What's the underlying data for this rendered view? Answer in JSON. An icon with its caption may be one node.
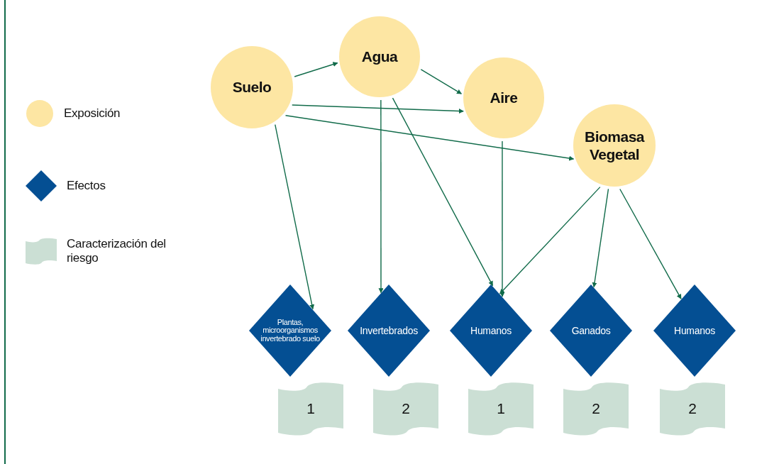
{
  "diagram": {
    "nodes": [
      {
        "text": [
          "Suelo"
        ]
      },
      {
        "text": [
          "Agua"
        ]
      },
      {
        "text": [
          "Aire"
        ]
      },
      {
        "text": [
          "Biomasa Vegetal"
        ]
      },
      {
        "text": [
          "Plantas, microorganismos invertebrado suelo"
        ]
      },
      {
        "text": [
          "Invertebrados"
        ]
      },
      {
        "text": [
          "Humanos"
        ]
      },
      {
        "text": [
          "Ganados"
        ]
      },
      {
        "text": [
          "Humanos"
        ]
      },
      {
        "text": [
          "1"
        ]
      },
      {
        "text": [
          "2"
        ]
      },
      {
        "text": [
          "1"
        ]
      },
      {
        "text": [
          "2"
        ]
      },
      {
        "text": [
          "2"
        ]
      }
    ],
    "edges": [
      {
        "from": 0,
        "to": 1,
        "arrow": "to"
      },
      {
        "from": 1,
        "to": 2,
        "arrow": "to"
      },
      {
        "from": 0,
        "to": 2,
        "arrow": "to"
      },
      {
        "from": 0,
        "to": 3,
        "arrow": "to"
      },
      {
        "from": 0,
        "to": 4,
        "arrow": "to"
      },
      {
        "from": 1,
        "to": 5,
        "arrow": "to"
      },
      {
        "from": 1,
        "to": 6,
        "arrow": "to"
      },
      {
        "from": 2,
        "to": 6,
        "arrow": "to"
      },
      {
        "from": 3,
        "to": 6,
        "arrow": "to"
      },
      {
        "from": 3,
        "to": 7,
        "arrow": "to"
      },
      {
        "from": 3,
        "to": 8,
        "arrow": "to"
      }
    ],
    "legend": [
      {
        "text": "Exposición"
      },
      {
        "text": "Efectos"
      },
      {
        "text": "Caracterización del riesgo"
      }
    ]
  }
}
